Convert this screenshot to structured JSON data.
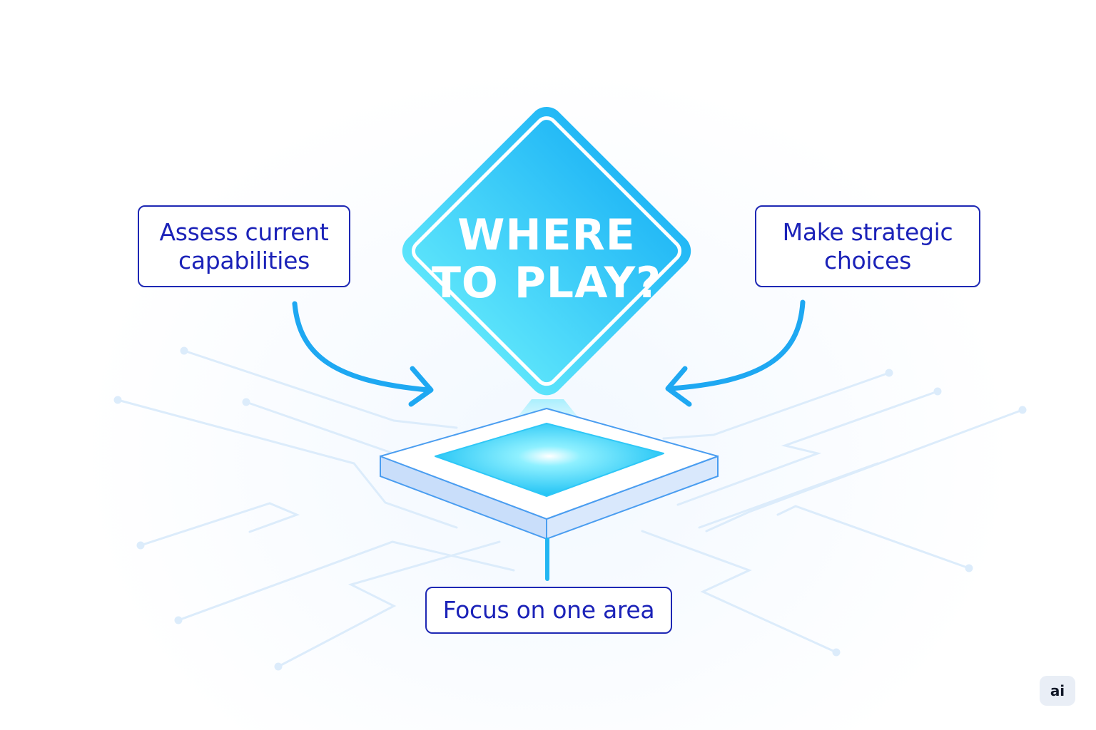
{
  "diagram": {
    "center_sign": {
      "line1": "WHERE",
      "line2": "TO PLAY?"
    },
    "labels": {
      "left": [
        "Assess current",
        "capabilities"
      ],
      "right": [
        "Make strategic",
        "choices"
      ],
      "bottom": "Focus on one area"
    },
    "badge": "ai"
  },
  "colors": {
    "accent_cyan": "#2ec7f7",
    "arrow_blue": "#1ea8f2",
    "label_navy": "#1b22b8",
    "circuit_lines": "#dcecfb"
  }
}
